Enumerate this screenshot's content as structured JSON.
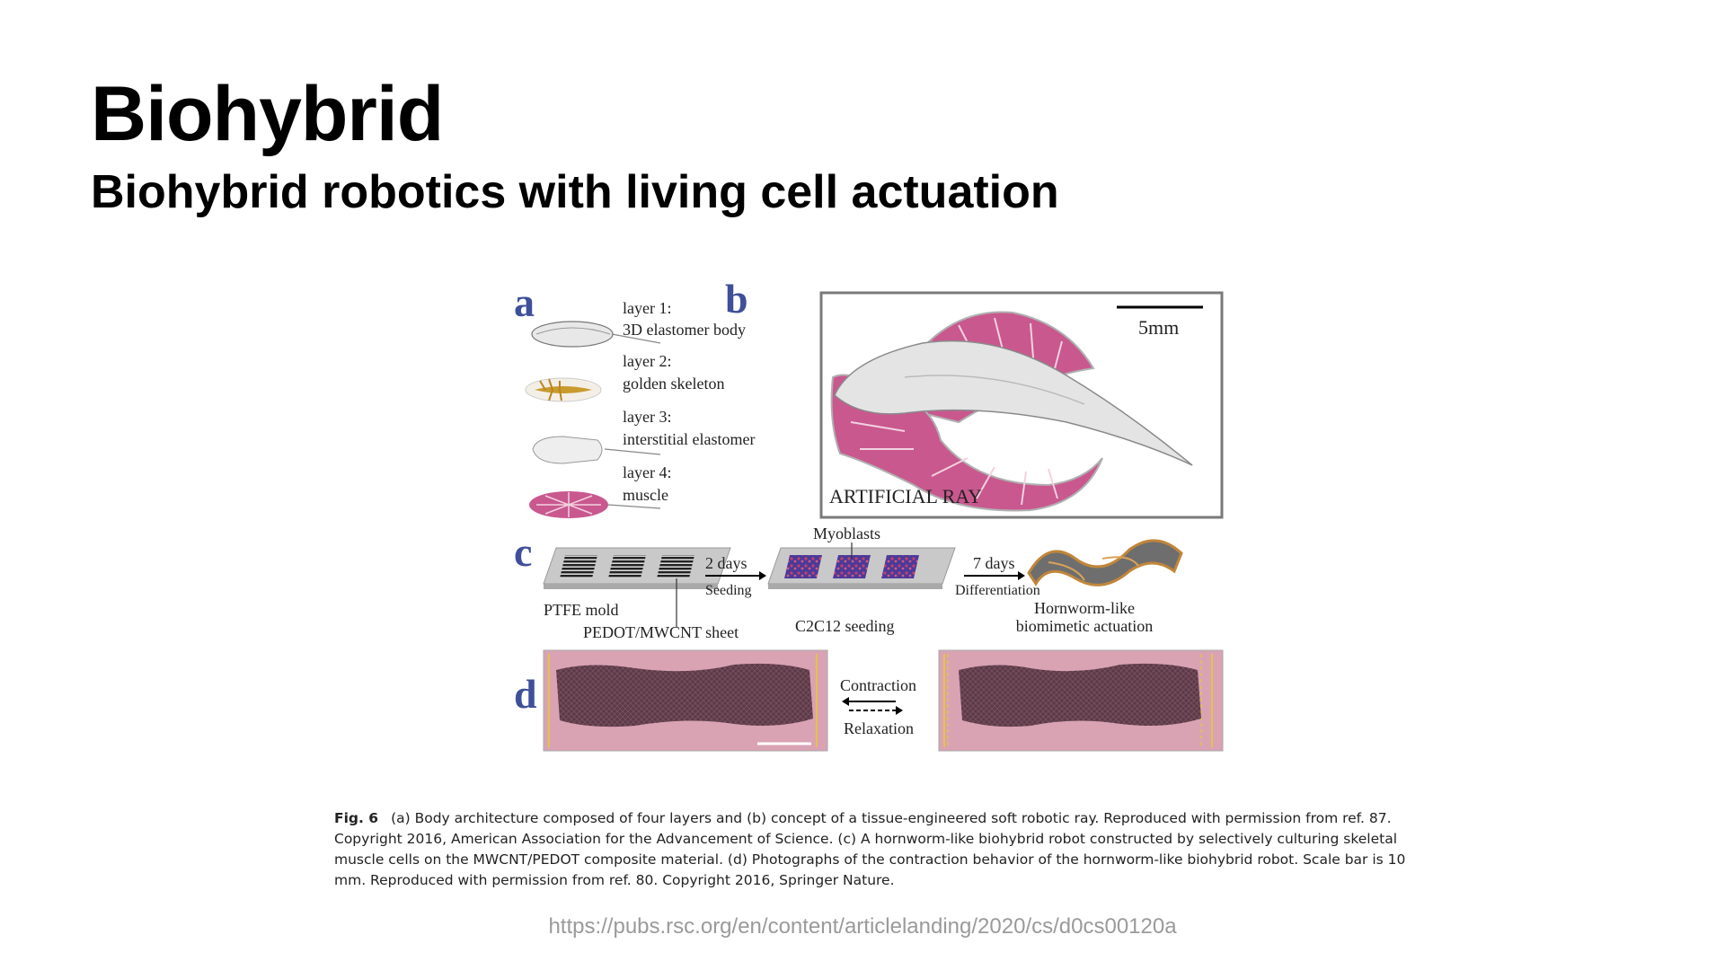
{
  "slide": {
    "title": "Biohybrid",
    "subtitle": "Biohybrid robotics with living cell actuation",
    "source_url": "https://pubs.rsc.org/en/content/articlelanding/2020/cs/d0cs00120a"
  },
  "figure": {
    "panel_labels": {
      "a": "a",
      "b": "b",
      "c": "c",
      "d": "d"
    },
    "panel_a": {
      "layers": [
        {
          "line1": "layer 1:",
          "line2": "3D elastomer body"
        },
        {
          "line1": "layer 2:",
          "line2": "golden skeleton"
        },
        {
          "line1": "layer 3:",
          "line2": "interstitial elastomer"
        },
        {
          "line1": "layer 4:",
          "line2": "muscle"
        }
      ]
    },
    "panel_b": {
      "scale": "5mm",
      "label": "ARTIFICIAL RAY"
    },
    "panel_c": {
      "myoblasts": "Myoblasts",
      "step1_top": "2 days",
      "step1_bottom": "Seeding",
      "step2_top": "7 days",
      "step2_bottom": "Differentiation",
      "ptfe": "PTFE mold",
      "pedot": "PEDOT/MWCNT sheet",
      "c2c12": "C2C12 seeding",
      "hornworm_1": "Hornworm-like",
      "hornworm_2": "biomimetic actuation"
    },
    "panel_d": {
      "contraction": "Contraction",
      "relaxation": "Relaxation"
    },
    "colors": {
      "panel_label": "#3f4f9a",
      "muscle": "#c9588f",
      "skeleton": "#c99a2e",
      "pink_bg": "#d9a3b4"
    }
  },
  "caption": {
    "label": "Fig. 6",
    "text": "(a) Body architecture composed of four layers and (b) concept of a tissue-engineered soft robotic ray. Reproduced with permission from ref. 87. Copyright 2016, American Association for the Advancement of Science. (c) A hornworm-like biohybrid robot constructed by selectively culturing skeletal muscle cells on the MWCNT/PEDOT composite material. (d) Photographs of the contraction behavior of the hornworm-like biohybrid robot. Scale bar is 10 mm. Reproduced with permission from ref. 80. Copyright 2016, Springer Nature."
  }
}
